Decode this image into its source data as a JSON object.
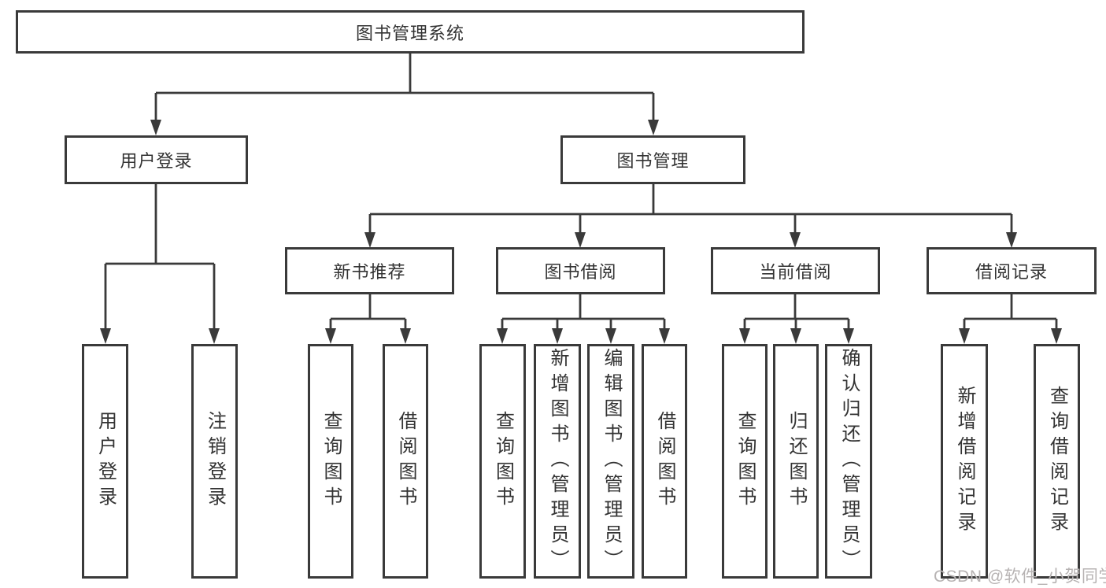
{
  "nodes": {
    "root": "图书管理系统",
    "level2": [
      "用户登录",
      "图书管理"
    ],
    "level3": [
      "新书推荐",
      "图书借阅",
      "当前借阅",
      "借阅记录"
    ],
    "leaves": {
      "user_login": [
        "用户登录",
        "注销登录"
      ],
      "new_book_rec": [
        "查询图书",
        "借阅图书"
      ],
      "book_borrow": [
        "查询图书",
        "新增图书（管理员）",
        "编辑图书（管理员）",
        "借阅图书"
      ],
      "current_borrow": [
        "查询图书",
        "归还图书",
        "确认归还（管理员）"
      ],
      "borrow_record": [
        "新增借阅记录",
        "查询借阅记录"
      ]
    }
  },
  "watermark": "CSDN @软件_小贺同学",
  "colors": {
    "line": "#3a3a3a",
    "text": "#333333",
    "watermark": "#b7b3b3",
    "background": "#ffffff"
  }
}
